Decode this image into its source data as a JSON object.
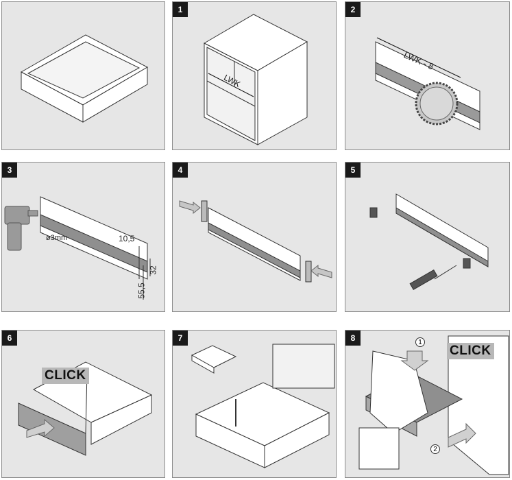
{
  "panels": [
    {
      "step": ""
    },
    {
      "step": "1",
      "label": "LWK"
    },
    {
      "step": "2",
      "label": "LWK - 8"
    },
    {
      "step": "3",
      "diameter": "ø3mm",
      "dim_a": "10,5",
      "dim_b": "32",
      "dim_c": "55,5"
    },
    {
      "step": "4"
    },
    {
      "step": "5"
    },
    {
      "step": "6",
      "click": "CLICK"
    },
    {
      "step": "7"
    },
    {
      "step": "8",
      "click": "CLICK",
      "circle_1": "1",
      "circle_2": "2"
    }
  ],
  "colors": {
    "panel_bg": "#e6e6e6",
    "label_bg": "#1a1a1a",
    "stroke": "#333333"
  }
}
